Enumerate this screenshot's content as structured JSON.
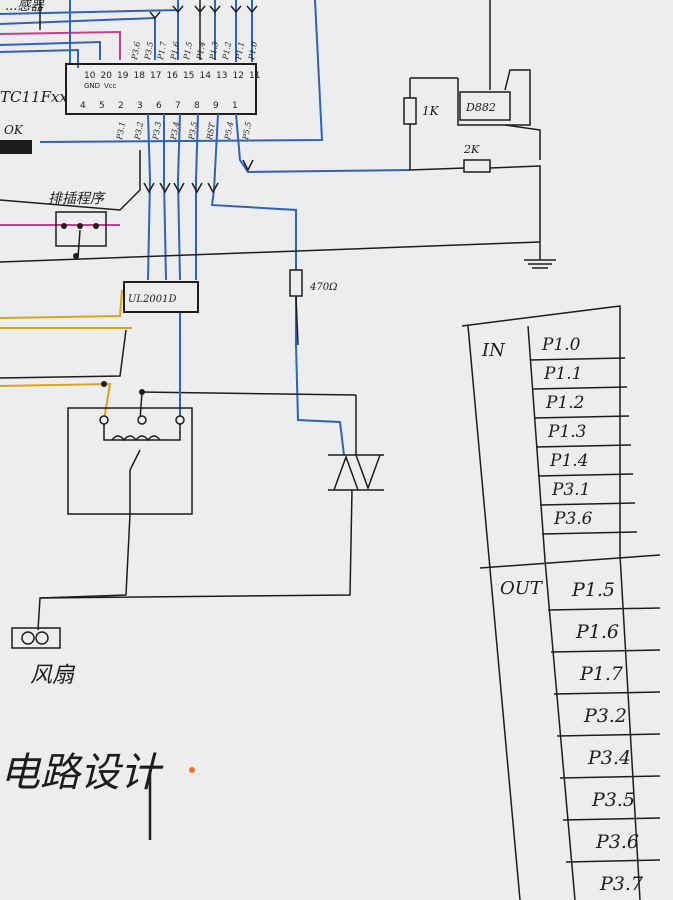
{
  "colors": {
    "paper": "#ecedee",
    "ink": "#1d1d1d",
    "blue_wire": "#2e63b8",
    "yellow_wire": "#d9a520",
    "magenta_wire": "#c5408a",
    "orange_mark": "#f07030"
  },
  "mcu": {
    "label": "TC11Fxx",
    "top_pins": [
      "10",
      "20",
      "19",
      "18",
      "17",
      "16",
      "15",
      "14",
      "13",
      "12",
      "11"
    ],
    "gnd_label": "GND",
    "vcc_label": "Vcc",
    "bottom_pins": [
      "4",
      "5",
      "2",
      "3",
      "6",
      "7",
      "8",
      "9",
      "1"
    ],
    "top_port_labels": [
      "P3.6",
      "P3.5",
      "P1.7",
      "P1.6",
      "P1.5",
      "P1.4",
      "P1.3",
      "P1.2",
      "P1.1",
      "P1.0"
    ],
    "bottom_port_labels": [
      "P3.1",
      "P3.2",
      "P3.3",
      "P3.4",
      "P3.5",
      "RST",
      "P5.4",
      "P5.5"
    ]
  },
  "header_text": "...感器",
  "label_ok": "OK",
  "download_label": "排插程序",
  "driver_chip": "UL2001D",
  "resistor_1k": "1K",
  "resistor_2k": "2K",
  "transistor": "D882",
  "resistor_470": "470Ω",
  "fan_label": "风扇",
  "title_text": "电路设计",
  "io_table": {
    "in_header": "IN",
    "in_pins": [
      "P1.0",
      "P1.1",
      "P1.2",
      "P1.3",
      "P1.4",
      "P3.1",
      "P3.6"
    ],
    "out_header": "OUT",
    "out_pins": [
      "P1.5",
      "P1.6",
      "P1.7",
      "P3.2",
      "P3.4",
      "P3.5",
      "P3.6",
      "P3.7"
    ]
  }
}
